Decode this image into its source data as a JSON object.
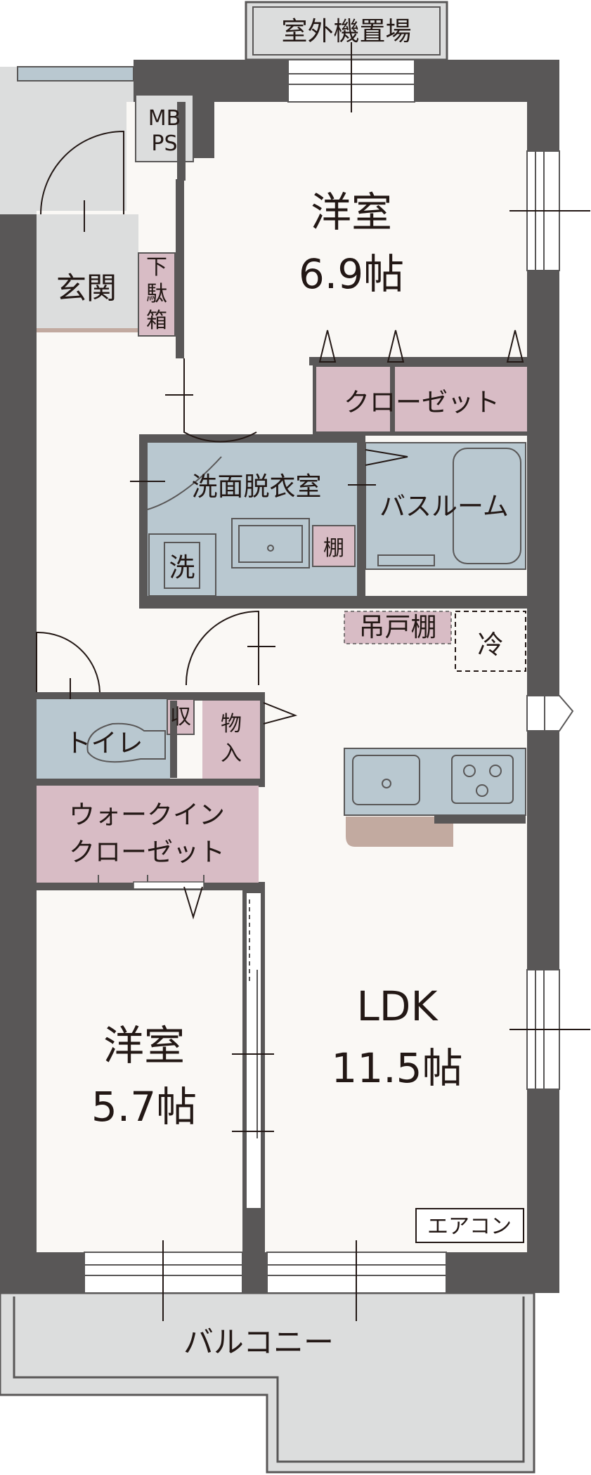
{
  "labels": {
    "outdoor_unit": "室外機置場",
    "mbps_line1": "MB",
    "mbps_line2": "PS",
    "entrance": "玄関",
    "shoe_box": [
      "下",
      "駄",
      "箱"
    ],
    "bedroom1_name": "洋室",
    "bedroom1_size": "6.9帖",
    "closet": "クローゼット",
    "washroom": "洗面脱衣室",
    "bathroom": "バスルーム",
    "washer": "洗",
    "shelf": "棚",
    "hanging_cabinet": "吊戸棚",
    "fridge": "冷",
    "toilet": "トイレ",
    "storage_small": "収",
    "storeroom": [
      "物",
      "入"
    ],
    "wic_line1": "ウォークイン",
    "wic_line2": "クローゼット",
    "bedroom2_name": "洋室",
    "bedroom2_size": "5.7帖",
    "ldk_name": "LDK",
    "ldk_size": "11.5帖",
    "aircon": "エアコン",
    "balcony": "バルコニー"
  },
  "colors": {
    "wall": "#595757",
    "room_floor": "#faf8f5",
    "exterior": "#dcdddd",
    "wet_area": "#b9c8d0",
    "storage": "#d8bcc5",
    "counter": "#c2aaa0",
    "line": "#231815"
  }
}
